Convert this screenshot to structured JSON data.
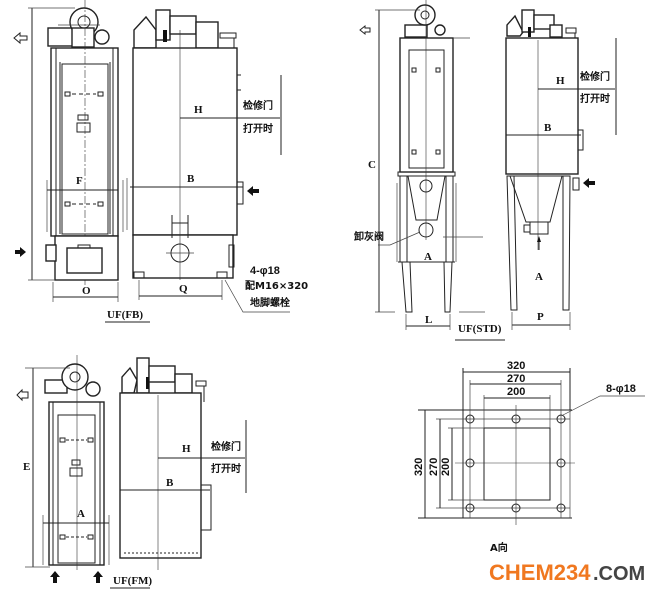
{
  "views": {
    "fb": {
      "caption": "UF(FB)",
      "front": {
        "dim_width": "F",
        "dim_base": "O"
      },
      "side": {
        "dim_depth": "B",
        "dim_door": "H",
        "door_note_1": "检修门",
        "door_note_2": "打开时",
        "dim_base": "Q"
      },
      "bolt_note": [
        "4-φ18",
        "配M16×320",
        "地脚螺栓"
      ]
    },
    "std": {
      "caption": "UF(STD)",
      "front": {
        "dim_height": "C",
        "dim_width": "A",
        "dim_base": "L",
        "valve_label": "卸灰阀"
      },
      "side": {
        "dim_depth": "B",
        "dim_door": "H",
        "door_note_1": "检修门",
        "door_note_2": "打开时",
        "view_arrow": "A",
        "dim_base": "P"
      }
    },
    "fm": {
      "caption": "UF(FM)",
      "front": {
        "dim_height": "E",
        "dim_width": "A"
      },
      "side": {
        "dim_depth": "B",
        "dim_door": "H",
        "door_note_1": "检修门",
        "door_note_2": "打开时"
      }
    },
    "flange": {
      "title": "A向",
      "horizontal_dims": [
        "320",
        "270",
        "200"
      ],
      "vertical_dims": [
        "320",
        "270",
        "200"
      ],
      "holes_note": "8-φ18"
    }
  },
  "watermark": {
    "brand": "CHEM234",
    "suffix": ".COM",
    "color": "#f07820"
  }
}
